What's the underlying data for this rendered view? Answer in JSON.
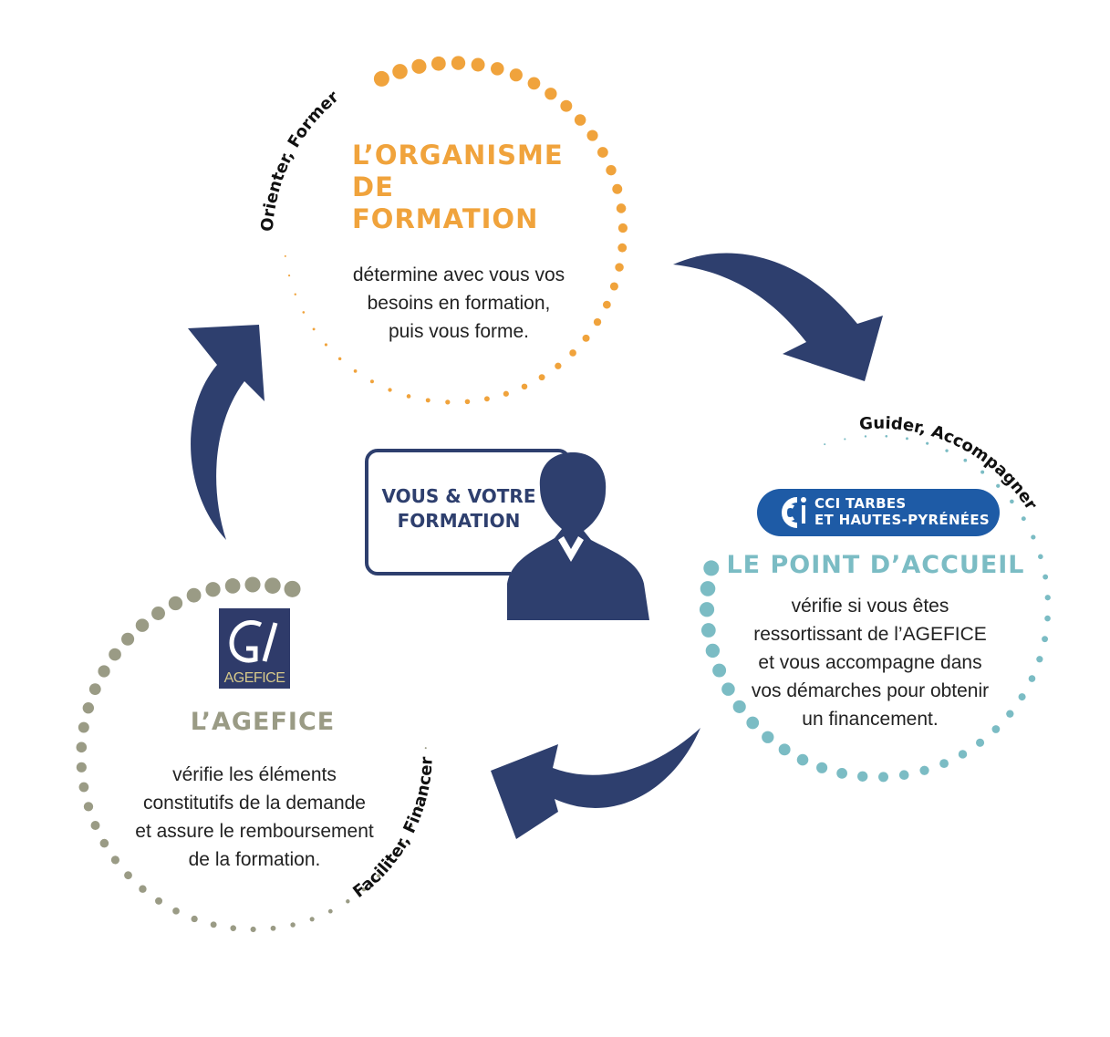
{
  "colors": {
    "organisme": "#f0a33c",
    "cci": "#7bbcc4",
    "agefice": "#9a9b85",
    "navy": "#2e3f6e",
    "cci_badge": "#1e5ba6"
  },
  "organisme": {
    "title": "L’ORGANISME\nDE\nFORMATION",
    "description": "détermine avec vous vos\nbesoins en formation,\npuis vous forme.",
    "role": "Orienter, Former"
  },
  "center": {
    "label": "VOUS & VOTRE\nFORMATION",
    "icon": "person-silhouette-icon"
  },
  "cci": {
    "badge_line1": "CCI TARBES",
    "badge_line2": "ET HAUTES-PYRÉNÉES",
    "title": "LE POINT D’ACCUEIL",
    "description": "vérifie si vous êtes\nressortissant de l’AGEFICE\net vous accompagne dans\nvos démarches pour obtenir\nun financement.",
    "role": "Guider, Accompagner"
  },
  "agefice": {
    "logo_text": "AGEFICE",
    "title": "L’AGEFICE",
    "description": "vérifie les éléments\nconstitutifs de la demande\net assure le remboursement\nde la formation.",
    "role": "Faciliter, Financer"
  },
  "icons": [
    "person-silhouette-icon",
    "cci-logo-icon",
    "agefice-logo-icon",
    "curved-arrow-icon"
  ]
}
